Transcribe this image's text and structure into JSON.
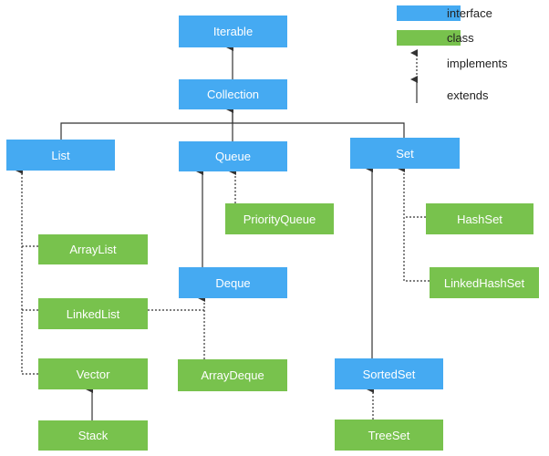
{
  "legend": {
    "interface_label": "interface",
    "class_label": "class",
    "implements_label": "implements",
    "extends_label": "extends"
  },
  "colors": {
    "interface": "#45aaf2",
    "class": "#78c24d",
    "line": "#333333"
  },
  "nodes": {
    "iterable": {
      "label": "Iterable",
      "kind": "interface"
    },
    "collection": {
      "label": "Collection",
      "kind": "interface"
    },
    "list": {
      "label": "List",
      "kind": "interface"
    },
    "queue": {
      "label": "Queue",
      "kind": "interface"
    },
    "set": {
      "label": "Set",
      "kind": "interface"
    },
    "priorityqueue": {
      "label": "PriorityQueue",
      "kind": "class"
    },
    "hashset": {
      "label": "HashSet",
      "kind": "class"
    },
    "arraylist": {
      "label": "ArrayList",
      "kind": "class"
    },
    "linkedhashset": {
      "label": "LinkedHashSet",
      "kind": "class"
    },
    "deque": {
      "label": "Deque",
      "kind": "interface"
    },
    "linkedlist": {
      "label": "LinkedList",
      "kind": "class"
    },
    "vector": {
      "label": "Vector",
      "kind": "class"
    },
    "arraydeque": {
      "label": "ArrayDeque",
      "kind": "class"
    },
    "sortedset": {
      "label": "SortedSet",
      "kind": "interface"
    },
    "stack": {
      "label": "Stack",
      "kind": "class"
    },
    "treeset": {
      "label": "TreeSet",
      "kind": "class"
    }
  },
  "edges": [
    {
      "from": "collection",
      "to": "iterable",
      "type": "extends"
    },
    {
      "from": "list",
      "to": "collection",
      "type": "extends"
    },
    {
      "from": "queue",
      "to": "collection",
      "type": "extends"
    },
    {
      "from": "set",
      "to": "collection",
      "type": "extends"
    },
    {
      "from": "priorityqueue",
      "to": "queue",
      "type": "implements"
    },
    {
      "from": "deque",
      "to": "queue",
      "type": "extends"
    },
    {
      "from": "arraydeque",
      "to": "deque",
      "type": "implements"
    },
    {
      "from": "linkedlist",
      "to": "deque",
      "type": "implements"
    },
    {
      "from": "arraylist",
      "to": "list",
      "type": "implements"
    },
    {
      "from": "linkedlist",
      "to": "list",
      "type": "implements"
    },
    {
      "from": "vector",
      "to": "list",
      "type": "implements"
    },
    {
      "from": "stack",
      "to": "vector",
      "type": "extends"
    },
    {
      "from": "hashset",
      "to": "set",
      "type": "implements"
    },
    {
      "from": "linkedhashset",
      "to": "set",
      "type": "implements"
    },
    {
      "from": "sortedset",
      "to": "set",
      "type": "extends"
    },
    {
      "from": "treeset",
      "to": "sortedset",
      "type": "implements"
    }
  ]
}
